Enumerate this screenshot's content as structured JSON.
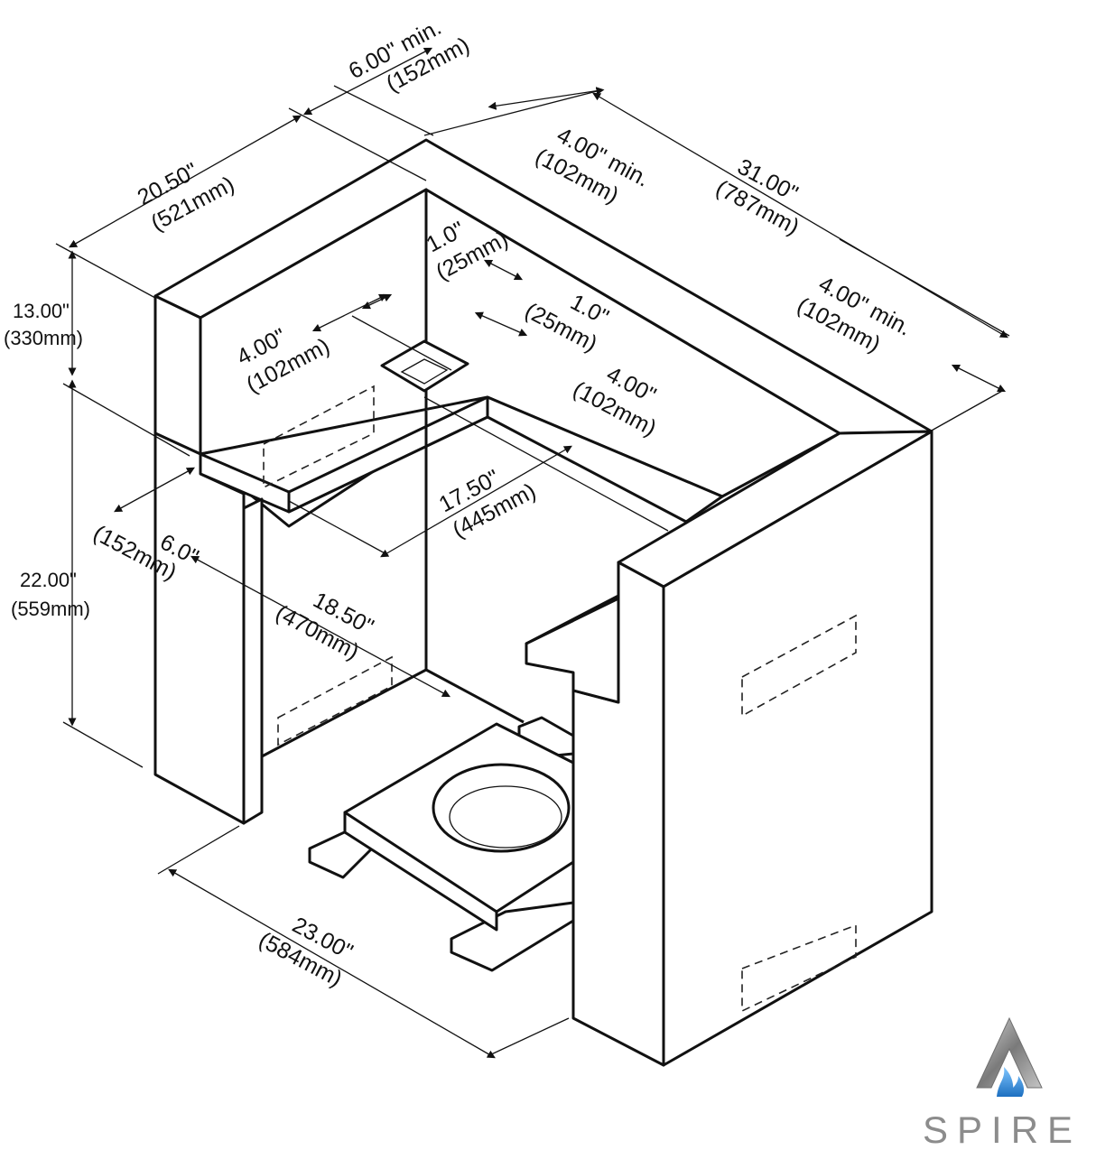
{
  "dimensions": {
    "top_clearance": {
      "in": "6.00\" min.",
      "mm": "(152mm)"
    },
    "depth": {
      "in": "20.50\"",
      "mm": "(521mm)"
    },
    "rear_clearance": {
      "in": "4.00\" min.",
      "mm": "(102mm)"
    },
    "width": {
      "in": "31.00\"",
      "mm": "(787mm)"
    },
    "side_clearance": {
      "in": "4.00\" min.",
      "mm": "(102mm)"
    },
    "upper_height": {
      "in": "13.00\"",
      "mm": "(330mm)"
    },
    "lower_height": {
      "in": "22.00\"",
      "mm": "(559mm)"
    },
    "vent_offset_a": {
      "in": "1.0\"",
      "mm": "(25mm)"
    },
    "vent_offset_b": {
      "in": "1.0\"",
      "mm": "(25mm)"
    },
    "vent_size_a": {
      "in": "4.00\"",
      "mm": "(102mm)"
    },
    "vent_size_b": {
      "in": "4.00\"",
      "mm": "(102mm)"
    },
    "shelf_width": {
      "in": "17.50\"",
      "mm": "(445mm)"
    },
    "shelf_depth": {
      "in": "6.0\"",
      "mm": "(152mm)"
    },
    "opening_depth": {
      "in": "18.50\"",
      "mm": "(470mm)"
    },
    "opening_width": {
      "in": "23.00\"",
      "mm": "(584mm)"
    }
  },
  "logo": {
    "text": "SPIRE",
    "accent": "#2f8fd8",
    "metal": "#9a9a9a"
  }
}
